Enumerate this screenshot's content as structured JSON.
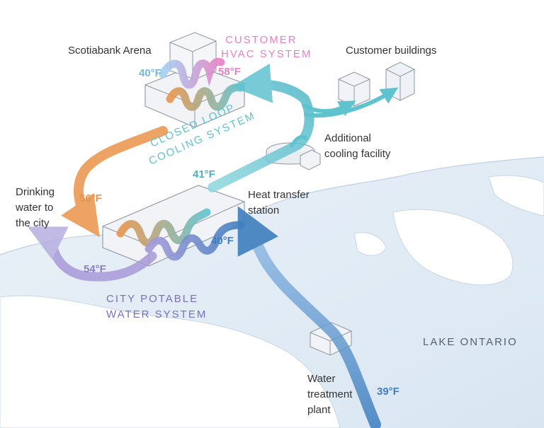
{
  "colors": {
    "background": "#ffffff",
    "lake": "#e3edf6",
    "lake_edge": "#bcd0e4",
    "building": "#f1f3f6",
    "building_edge": "#8e96a2",
    "customer_hvac": "#e87fc4",
    "closed_loop": "#5fc3cf",
    "cold_blue": "#3f7fbf",
    "warm_orange": "#e9944a",
    "potable_purple": "#8b7fc9",
    "light_blue_temp": "#74b9e6",
    "text_dark": "#333333",
    "lake_text": "#556070"
  },
  "labels": {
    "scotiabank_arena": "Scotiabank Arena",
    "customer_hvac_line1": "CUSTOMER",
    "customer_hvac_line2": "HVAC SYSTEM",
    "customer_buildings": "Customer buildings",
    "additional_cooling_line1": "Additional",
    "additional_cooling_line2": "cooling facility",
    "closed_loop_line1": "CLOSED LOOP",
    "closed_loop_line2": "COOLING SYSTEM",
    "heat_transfer_line1": "Heat transfer",
    "heat_transfer_line2": "station",
    "drinking_water_line1": "Drinking",
    "drinking_water_line2": "water to",
    "drinking_water_line3": "the city",
    "city_potable_line1": "CITY POTABLE",
    "city_potable_line2": "WATER SYSTEM",
    "lake_ontario": "LAKE ONTARIO",
    "water_treatment_line1": "Water",
    "water_treatment_line2": "treatment",
    "water_treatment_line3": "plant"
  },
  "temperatures": {
    "arena_supply": "40°F",
    "arena_return": "58°F",
    "loop_return": "56°F",
    "loop_supply": "41°F",
    "lake_intake_station": "40°F",
    "potable_out": "54°F",
    "lake_intake": "39°F"
  }
}
